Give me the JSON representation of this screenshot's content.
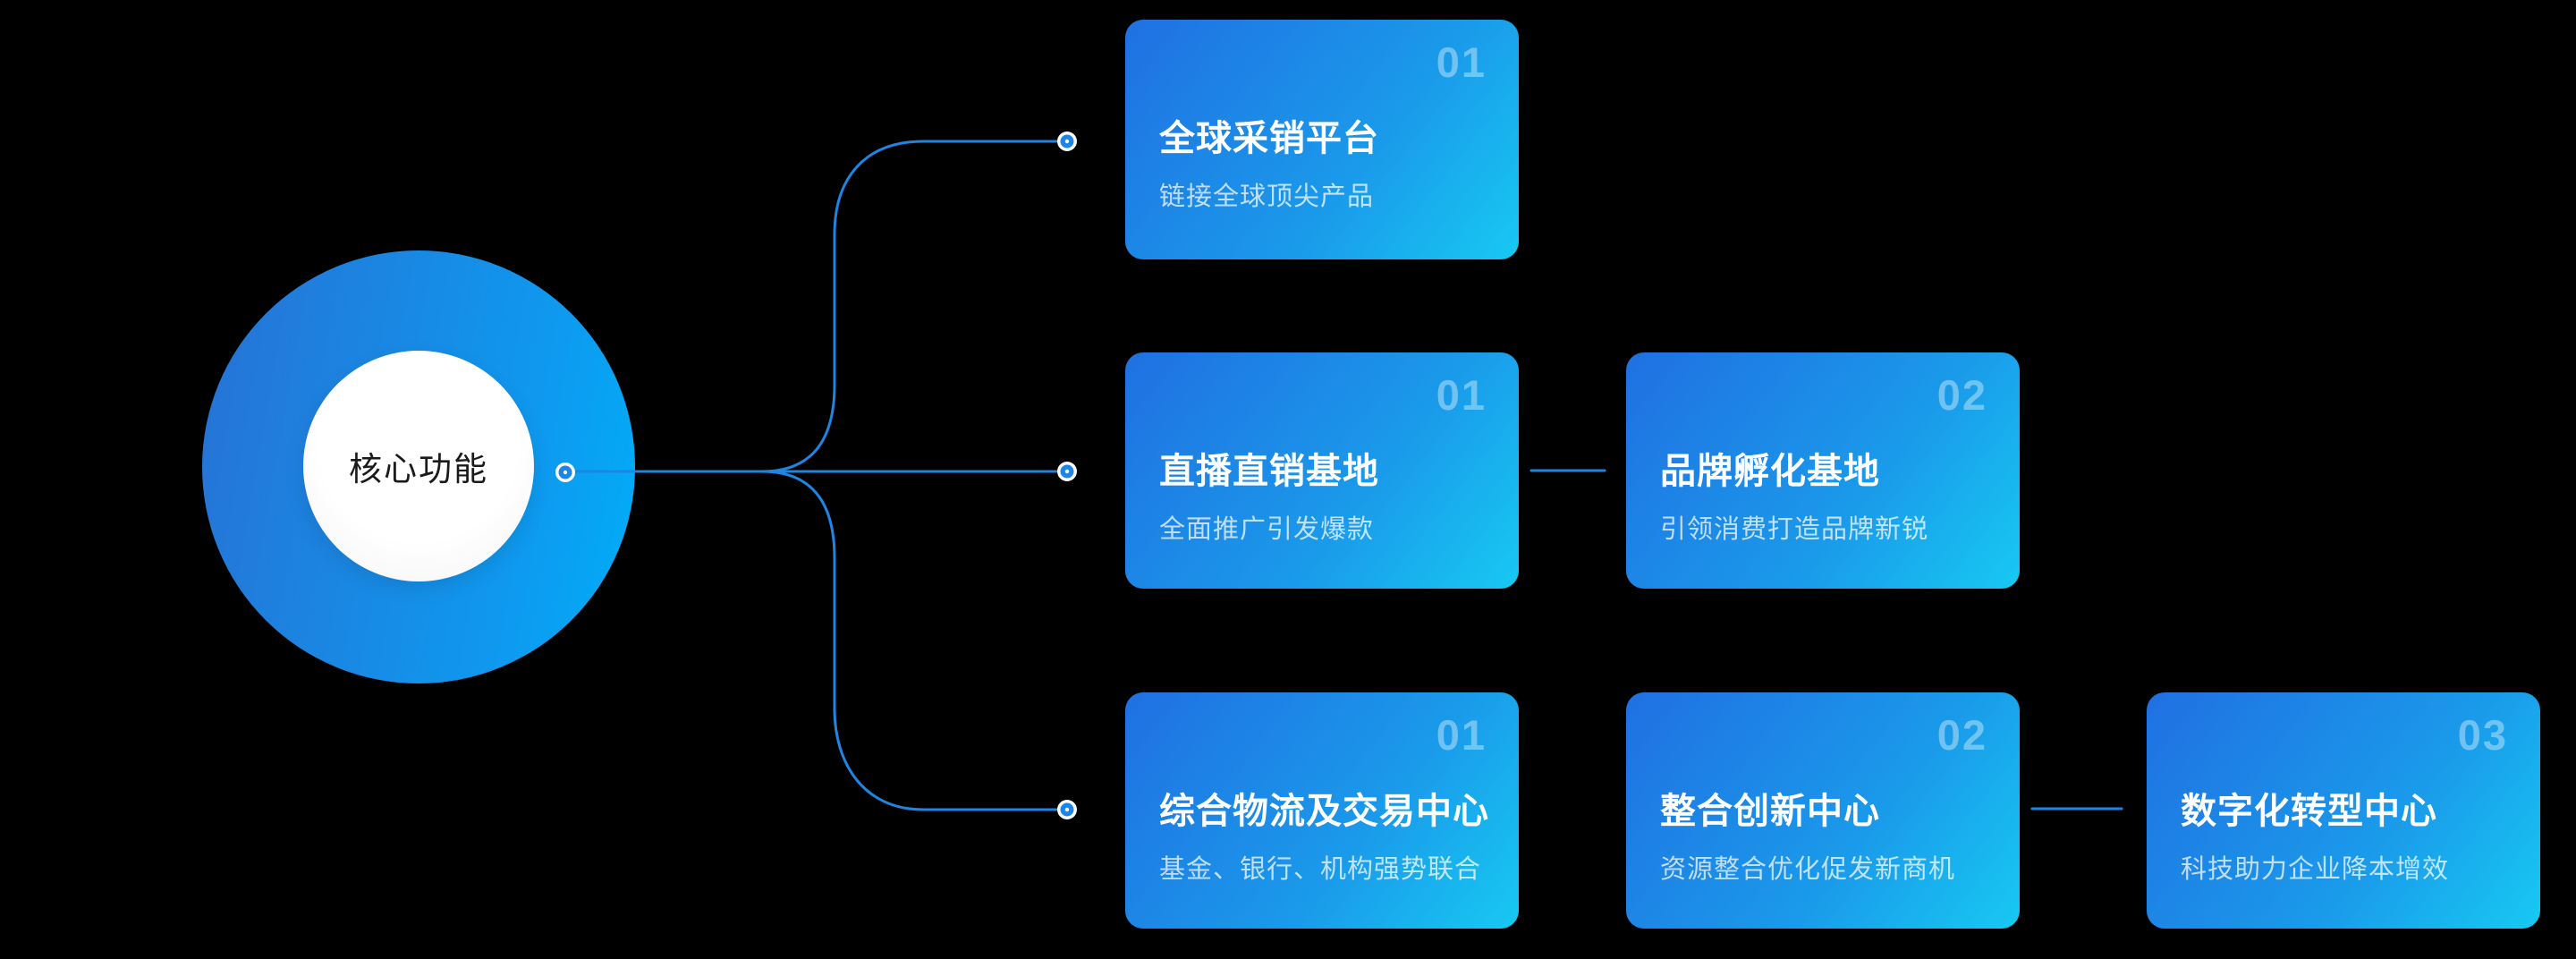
{
  "center_node": {
    "label": "核心功能"
  },
  "colors": {
    "background": "#000000",
    "connector_line": "#1E85E2",
    "card_gradient_start": "#2070E2",
    "card_gradient_end": "#17C9F2",
    "circle_gradient_start": "#2674D6",
    "circle_gradient_end": "#00AFF7",
    "card_number": "rgba(255,255,255,0.38)",
    "card_subtitle": "rgba(255,255,255,0.72)",
    "center_text": "#1a1a1a"
  },
  "branches": [
    {
      "cards": [
        {
          "number": "01",
          "title": "全球采销平台",
          "subtitle": "链接全球顶尖产品"
        }
      ]
    },
    {
      "cards": [
        {
          "number": "01",
          "title": "直播直销基地",
          "subtitle": "全面推广引发爆款"
        },
        {
          "number": "02",
          "title": "品牌孵化基地",
          "subtitle": "引领消费打造品牌新锐"
        }
      ]
    },
    {
      "cards": [
        {
          "number": "01",
          "title": "综合物流及交易中心",
          "subtitle": "基金、银行、机构强势联合"
        },
        {
          "number": "02",
          "title": "整合创新中心",
          "subtitle": "资源整合优化促发新商机"
        },
        {
          "number": "03",
          "title": "数字化转型中心",
          "subtitle": "科技助力企业降本增效"
        }
      ]
    }
  ]
}
